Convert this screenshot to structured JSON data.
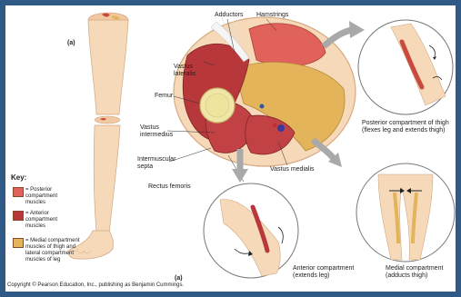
{
  "labels": {
    "a_top": "(a)",
    "a_bottom": "(a)",
    "adductors": "Adductors",
    "hamstrings": "Hamstrings",
    "vastus_lateralis": "Vastus\nlateralis",
    "femur": "Femur",
    "vastus_intermedius": "Vastus\nintermedius",
    "intermuscular_septa": "Intermuscular\nsepta",
    "rectus_femoris": "Rectus femoris",
    "vastus_medialis": "Vastus medialis",
    "posterior": "Posterior compartment of thigh\n(flexes leg and extends thigh)",
    "anterior": "Anterior compartment\n(extends leg)",
    "medial": "Medial compartment\n(adducts thigh)"
  },
  "key": {
    "title": "Key:",
    "items": [
      {
        "text": "= Posterior\ncompartment\nmuscles",
        "color": "#e0625a"
      },
      {
        "text": "= Anterior\ncompartment\nmuscles",
        "color": "#b8373a"
      },
      {
        "text": "= Medial compartment\nmuscles of thigh and\nlateral compartment\nmuscles of leg",
        "color": "#e3b45a"
      }
    ]
  },
  "copyright": "Copyright © Pearson Education, Inc., publishing as Benjamin Cummings.",
  "colors": {
    "frame": "#2f5a88",
    "posterior": "#e0625a",
    "anterior": "#b8373a",
    "medial": "#e3b45a",
    "skin": "#f6d9b8",
    "arrow": "#a9a9a9"
  }
}
